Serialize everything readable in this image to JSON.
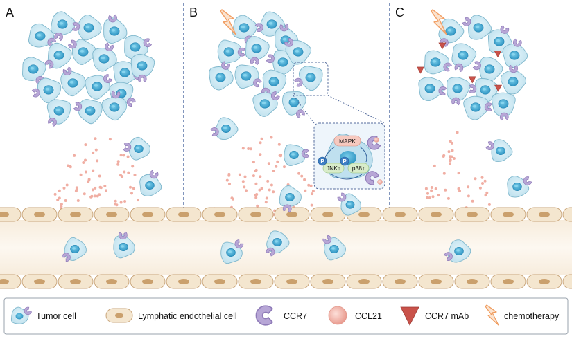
{
  "panels": [
    {
      "letter": "A"
    },
    {
      "letter": "B"
    },
    {
      "letter": "C"
    }
  ],
  "signaling": {
    "mapk": "MAPK",
    "jnk": "JNK↑",
    "p38": "p38↑",
    "phospho": "P"
  },
  "legend": [
    {
      "icon": "tumor-cell-icon",
      "label": "Tumor cell"
    },
    {
      "icon": "lymphatic-endothelial-cell-icon",
      "label": "Lymphatic endothelial cell"
    },
    {
      "icon": "ccr7-icon",
      "label": "CCR7"
    },
    {
      "icon": "ccl21-icon",
      "label": "CCL21"
    },
    {
      "icon": "ccr7-mab-icon",
      "label": "CCR7 mAb"
    },
    {
      "icon": "chemotherapy-icon",
      "label": "chemotherapy"
    }
  ],
  "colors": {
    "cell_fill": "#c7e6f2",
    "cell_stroke": "#7fb7cc",
    "nucleus": "#3aa7d0",
    "receptor": "#b7a6d6",
    "ligand": "#f2b3a8",
    "mab": "#c9524a",
    "endothelial": "#f4e6cf",
    "chemo": "#f2a066",
    "divider": "#3f5f9a"
  }
}
